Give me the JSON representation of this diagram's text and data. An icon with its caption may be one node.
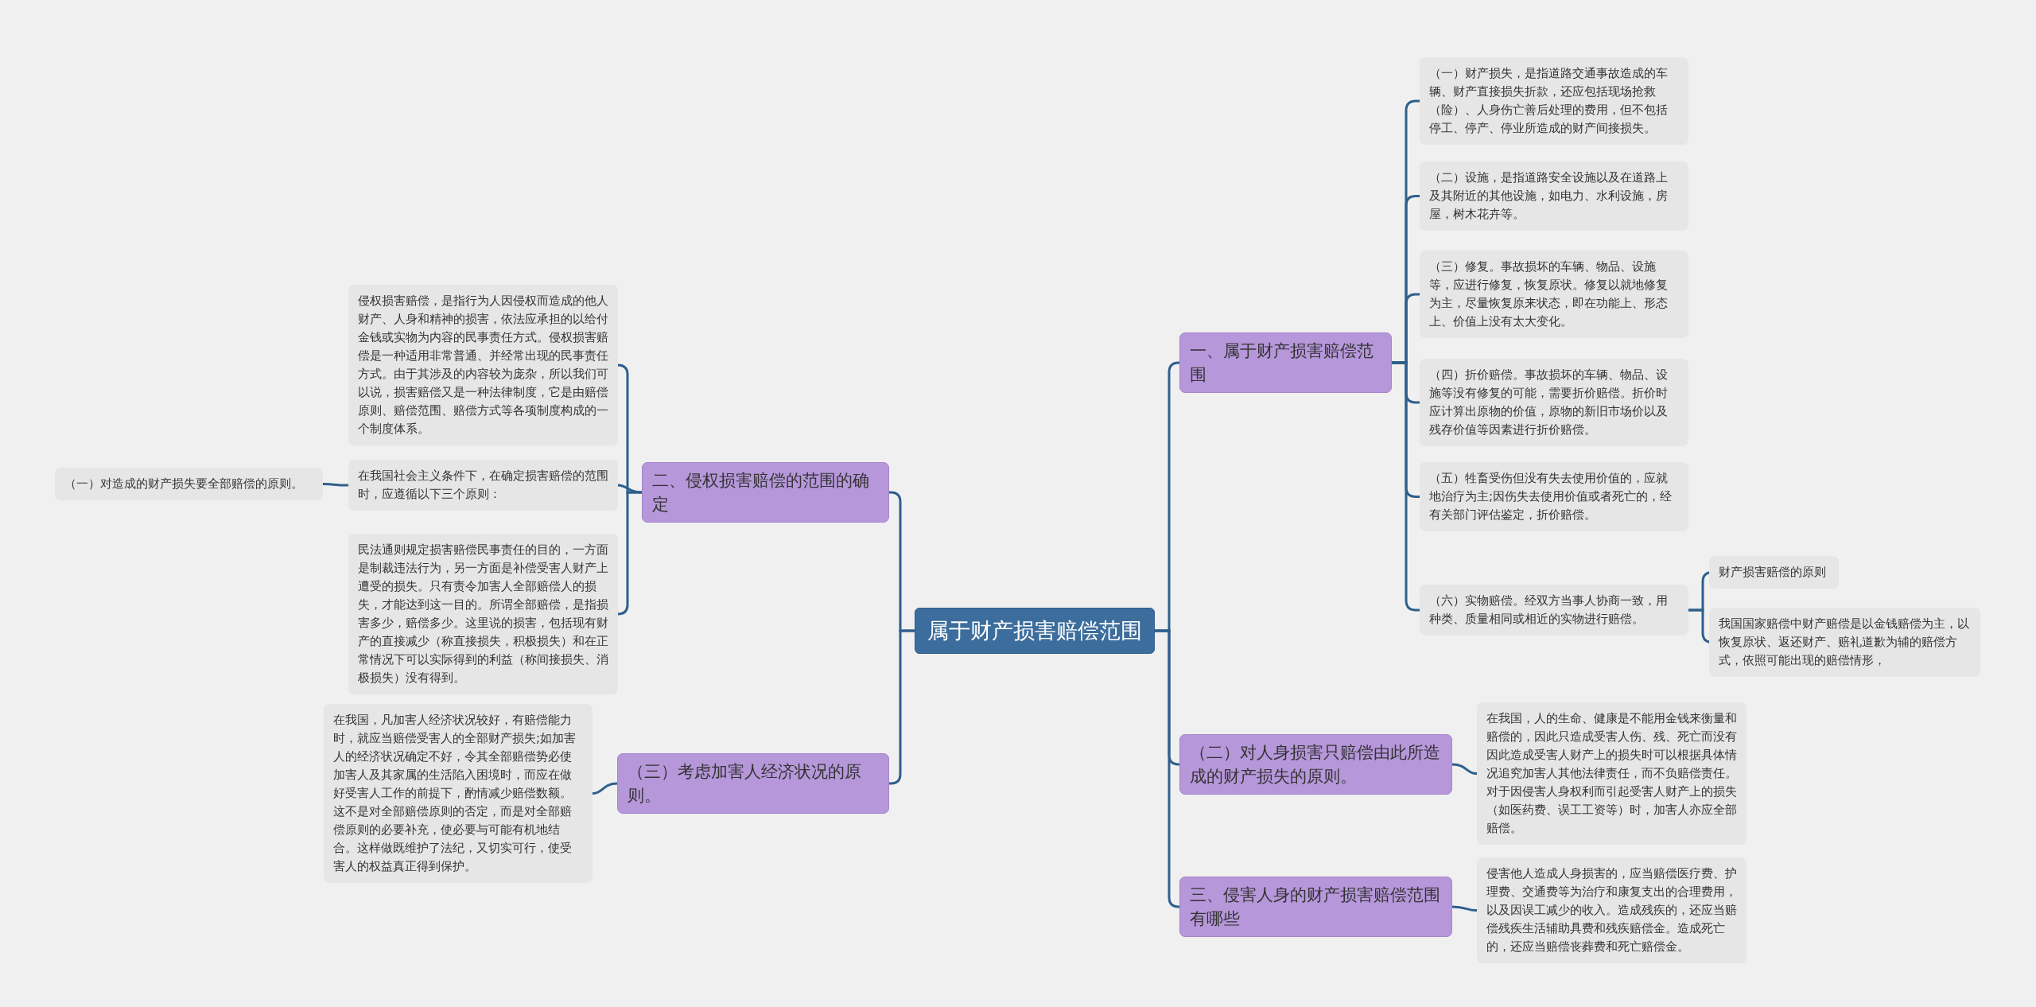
{
  "diagram": {
    "nodes": [
      {
        "text": [
          "属于财产损害赔偿范围"
        ]
      },
      {
        "text": [
          "一、属于财产损害赔偿范围"
        ]
      },
      {
        "text": [
          "（一）财产损失，是指道路交通事故造成的车辆、财产直接损失折款，还应包括现场抢救（险）、人身伤亡善后处理的费用，但不包括停工、停产、停业所造成的财产间接损失。"
        ]
      },
      {
        "text": [
          "（二）设施，是指道路安全设施以及在道路上及其附近的其他设施，如电力、水利设施，房屋，树木花卉等。"
        ]
      },
      {
        "text": [
          "（三）修复。事故损坏的车辆、物品、设施等，应进行修复，恢复原状。修复以就地修复为主，尽量恢复原来状态，即在功能上、形态上、价值上没有太大变化。"
        ]
      },
      {
        "text": [
          "（四）折价赔偿。事故损坏的车辆、物品、设施等没有修复的可能，需要折价赔偿。折价时应计算出原物的价值，原物的新旧市场价以及残存价值等因素进行折价赔偿。"
        ]
      },
      {
        "text": [
          "（五）牲畜受伤但没有失去使用价值的，应就地治疗为主;因伤失去使用价值或者死亡的，经有关部门评估鉴定，折价赔偿。"
        ]
      },
      {
        "text": [
          "（六）实物赔偿。经双方当事人协商一致，用种类、质量相同或相近的实物进行赔偿。"
        ]
      },
      {
        "text": [
          "财产损害赔偿的原则"
        ]
      },
      {
        "text": [
          "我国国家赔偿中财产赔偿是以金钱赔偿为主，以恢复原状、返还财产、赔礼道歉为辅的赔偿方式，依照可能出现的赔偿情形，"
        ]
      },
      {
        "text": [
          "（二）对人身损害只赔偿由此所造成的财产损失的原则。"
        ]
      },
      {
        "text": [
          "在我国，人的生命、健康是不能用金钱来衡量和赔偿的，因此只造成受害人伤、残、死亡而没有因此造成受害人财产上的损失时可以根据具体情况追究加害人其他法律责任，而不负赔偿责任。对于因侵害人身权利而引起受害人财产上的损失（如医药费、误工工资等）时，加害人亦应全部赔偿。"
        ]
      },
      {
        "text": [
          "三、侵害人身的财产损害赔偿范围有哪些"
        ]
      },
      {
        "text": [
          "侵害他人造成人身损害的，应当赔偿医疗费、护理费、交通费等为治疗和康复支出的合理费用，以及因误工减少的收入。造成残疾的，还应当赔偿残疾生活辅助具费和残疾赔偿金。造成死亡的，还应当赔偿丧葬费和死亡赔偿金。"
        ]
      },
      {
        "text": [
          "二、侵权损害赔偿的范围的确定"
        ]
      },
      {
        "text": [
          "侵权损害赔偿，是指行为人因侵权而造成的他人财产、人身和精神的损害，依法应承担的以给付金钱或实物为内容的民事责任方式。侵权损害赔偿是一种适用非常普通、并经常出现的民事责任方式。由于其涉及的内容较为庞杂，所以我们可以说，损害赔偿又是一种法律制度，它是由赔偿原则、赔偿范围、赔偿方式等各项制度构成的一个制度体系。"
        ]
      },
      {
        "text": [
          "在我国社会主义条件下，在确定损害赔偿的范围时，应遵循以下三个原则："
        ]
      },
      {
        "text": [
          "（一）对造成的财产损失要全部赔偿的原则。"
        ]
      },
      {
        "text": [
          "民法通则规定损害赔偿民事责任的目的，一方面是制裁违法行为，另一方面是补偿受害人财产上遭受的损失。只有责令加害人全部赔偿人的损失，才能达到这一目的。所谓全部赔偿，是指损害多少，赔偿多少。这里说的损害，包括现有财产的直接减少（称直接损失，积极损失）和在正常情况下可以实际得到的利益（称间接损失、消极损失）没有得到。"
        ]
      },
      {
        "text": [
          "（三）考虑加害人经济状况的原则。"
        ]
      },
      {
        "text": [
          "在我国，凡加害人经济状况较好，有赔偿能力时，就应当赔偿受害人的全部财产损失;如加害人的经济状况确定不好，令其全部赔偿势必使加害人及其家属的生活陷入困境时，而应在做好受害人工作的前提下，酌情减少赔偿数额。这不是对全部赔偿原则的否定，而是对全部赔偿原则的必要补充，使必要与可能有机地结合。这样做既维护了法纪，又切实可行，使受害人的权益真正得到保护。"
        ]
      }
    ],
    "edges": [
      {
        "from": 0,
        "to": 1,
        "arrow": "none"
      },
      {
        "from": 1,
        "to": 2,
        "arrow": "none"
      },
      {
        "from": 1,
        "to": 3,
        "arrow": "none"
      },
      {
        "from": 1,
        "to": 4,
        "arrow": "none"
      },
      {
        "from": 1,
        "to": 5,
        "arrow": "none"
      },
      {
        "from": 1,
        "to": 6,
        "arrow": "none"
      },
      {
        "from": 1,
        "to": 7,
        "arrow": "none"
      },
      {
        "from": 7,
        "to": 8,
        "arrow": "none"
      },
      {
        "from": 7,
        "to": 9,
        "arrow": "none"
      },
      {
        "from": 0,
        "to": 10,
        "arrow": "none"
      },
      {
        "from": 10,
        "to": 11,
        "arrow": "none"
      },
      {
        "from": 0,
        "to": 12,
        "arrow": "none"
      },
      {
        "from": 12,
        "to": 13,
        "arrow": "none"
      },
      {
        "from": 0,
        "to": 14,
        "arrow": "none"
      },
      {
        "from": 14,
        "to": 15,
        "arrow": "none"
      },
      {
        "from": 14,
        "to": 16,
        "arrow": "none"
      },
      {
        "from": 16,
        "to": 17,
        "arrow": "none"
      },
      {
        "from": 14,
        "to": 18,
        "arrow": "none"
      },
      {
        "from": 0,
        "to": 19,
        "arrow": "none"
      },
      {
        "from": 19,
        "to": 20,
        "arrow": "none"
      }
    ]
  }
}
